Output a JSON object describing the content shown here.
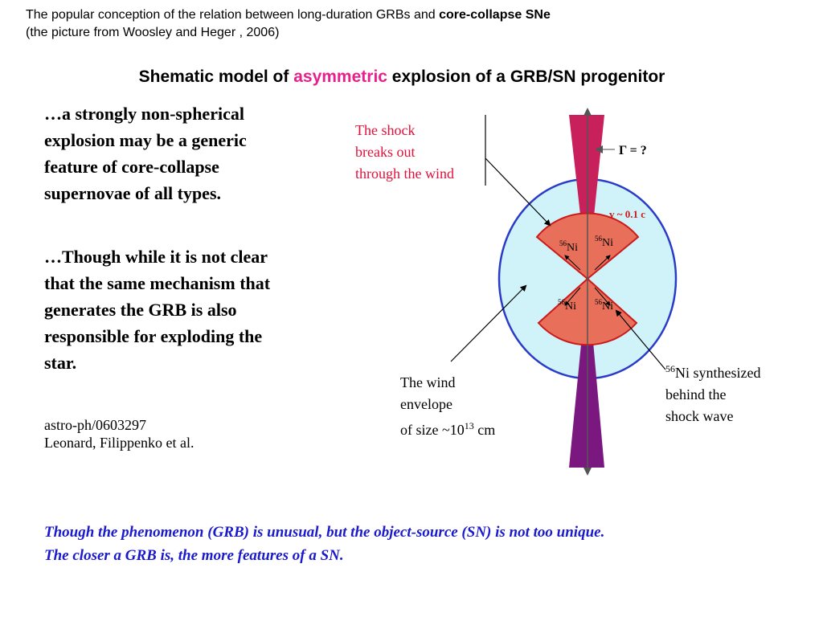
{
  "header": {
    "line1_pre": "The popular conception of the relation between long-duration GRBs and ",
    "line1_bold": "core-collapse SNe",
    "line2": "(the picture from Woosley and Heger , 2006)"
  },
  "title": {
    "pre": "Shematic model of ",
    "highlight": "asymmetric",
    "post": " explosion of a GRB/SN progenitor"
  },
  "left_text": {
    "para1": "…a strongly non-spherical explosion may be a generic feature of core-collapse supernovae of all types.",
    "para2": "…Though while it is not clear that the same mechanism that generates the GRB is also responsible for exploding the star.",
    "ref_line1": "astro-ph/0603297",
    "ref_line2": "Leonard, Filippenko et al."
  },
  "diagram": {
    "shock_label": [
      "The shock",
      "breaks out",
      "through the wind"
    ],
    "wind_label_line1": "The wind",
    "wind_label_line2": "envelope",
    "wind_label_line3_pre": "of size ~10",
    "wind_label_exp": "13",
    "wind_label_line3_post": " cm",
    "ni_label_sup": "56",
    "ni_label_line1": "Ni synthesized",
    "ni_label_line2": "behind the",
    "ni_label_line3": "shock wave",
    "gamma_label": "Γ = ?",
    "velocity_label": "v ~ 0.1 c",
    "ni_mass": "56",
    "ni_elem": "Ni",
    "colors": {
      "envelope_fill": "#cff3f8",
      "envelope_stroke": "#2a3bc8",
      "ni_fill": "#e8705a",
      "ni_stroke": "#cc1a1a",
      "jet_top": "#c8205a",
      "jet_bottom": "#7a1880"
    }
  },
  "footer": {
    "line1": "Though the phenomenon (GRB) is unusual, but the object-source (SN)  is not  too unique.",
    "line2": "The closer a GRB is, the more features of a SN."
  }
}
